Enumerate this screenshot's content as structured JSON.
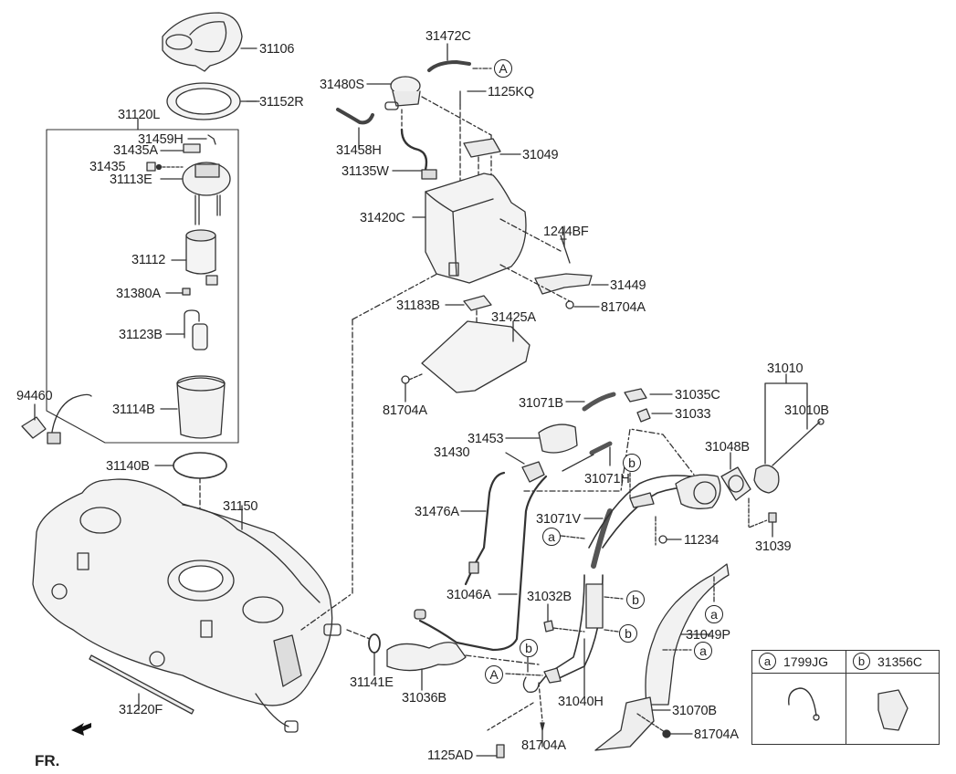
{
  "diagram": {
    "title": "Fuel Tank & Fuel System Parts Diagram",
    "front_indicator": "FR.",
    "parts": [
      {
        "id": "p31106",
        "number": "31106"
      },
      {
        "id": "p31152R",
        "number": "31152R"
      },
      {
        "id": "p31120L",
        "number": "31120L"
      },
      {
        "id": "p31459H",
        "number": "31459H"
      },
      {
        "id": "p31435A",
        "number": "31435A"
      },
      {
        "id": "p31435",
        "number": "31435"
      },
      {
        "id": "p31113E",
        "number": "31113E"
      },
      {
        "id": "p31112",
        "number": "31112"
      },
      {
        "id": "p31380A",
        "number": "31380A"
      },
      {
        "id": "p31123B",
        "number": "31123B"
      },
      {
        "id": "p31114B",
        "number": "31114B"
      },
      {
        "id": "p94460",
        "number": "94460"
      },
      {
        "id": "p31140B",
        "number": "31140B"
      },
      {
        "id": "p31150",
        "number": "31150"
      },
      {
        "id": "p31220F",
        "number": "31220F"
      },
      {
        "id": "p31141E",
        "number": "31141E"
      },
      {
        "id": "p31036B",
        "number": "31036B"
      },
      {
        "id": "p31472C",
        "number": "31472C"
      },
      {
        "id": "p31480S",
        "number": "31480S"
      },
      {
        "id": "p1125KQ",
        "number": "1125KQ"
      },
      {
        "id": "p31458H",
        "number": "31458H"
      },
      {
        "id": "p31049",
        "number": "31049"
      },
      {
        "id": "p31135W",
        "number": "31135W"
      },
      {
        "id": "p31420C",
        "number": "31420C"
      },
      {
        "id": "p1244BF",
        "number": "1244BF"
      },
      {
        "id": "p31449",
        "number": "31449"
      },
      {
        "id": "p81704A_1",
        "number": "81704A"
      },
      {
        "id": "p31183B",
        "number": "31183B"
      },
      {
        "id": "p31425A",
        "number": "31425A"
      },
      {
        "id": "p81704A_2",
        "number": "81704A"
      },
      {
        "id": "p31071B",
        "number": "31071B"
      },
      {
        "id": "p31035C",
        "number": "31035C"
      },
      {
        "id": "p31033",
        "number": "31033"
      },
      {
        "id": "p31453",
        "number": "31453"
      },
      {
        "id": "p31430",
        "number": "31430"
      },
      {
        "id": "p31071H",
        "number": "31071H"
      },
      {
        "id": "p31476A",
        "number": "31476A"
      },
      {
        "id": "p31071V",
        "number": "31071V"
      },
      {
        "id": "p31046A",
        "number": "31046A"
      },
      {
        "id": "p31032B",
        "number": "31032B"
      },
      {
        "id": "p31040H",
        "number": "31040H"
      },
      {
        "id": "p1125AD",
        "number": "1125AD"
      },
      {
        "id": "p81704A_3",
        "number": "81704A"
      },
      {
        "id": "p31010",
        "number": "31010"
      },
      {
        "id": "p31010B",
        "number": "31010B"
      },
      {
        "id": "p31048B",
        "number": "31048B"
      },
      {
        "id": "p11234",
        "number": "11234"
      },
      {
        "id": "p31039",
        "number": "31039"
      },
      {
        "id": "p31049P",
        "number": "31049P"
      },
      {
        "id": "p31070B",
        "number": "31070B"
      },
      {
        "id": "p81704A_4",
        "number": "81704A"
      }
    ],
    "callouts": {
      "A": "A",
      "a": "a",
      "b": "b"
    },
    "legend": [
      {
        "key": "a",
        "part": "1799JG"
      },
      {
        "key": "b",
        "part": "31356C"
      }
    ]
  }
}
